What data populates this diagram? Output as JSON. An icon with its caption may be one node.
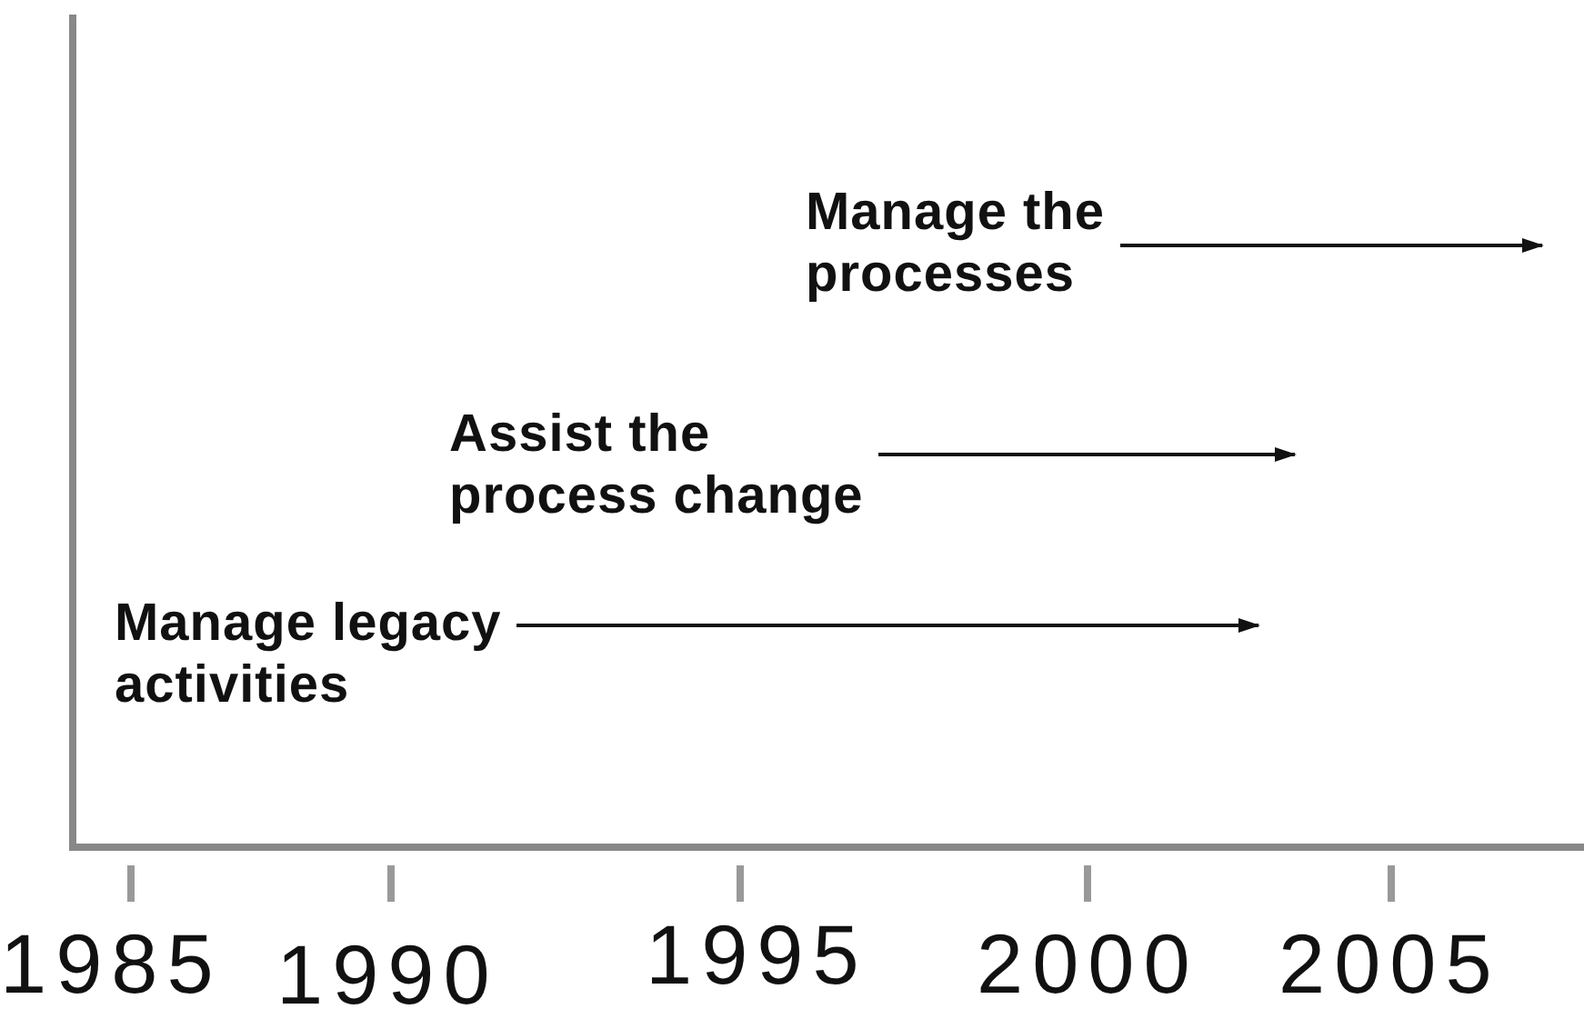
{
  "diagram": {
    "nodes": [
      {
        "text": [
          "Manage the processes"
        ]
      },
      {
        "text": [
          "Assist the process change"
        ]
      },
      {
        "text": [
          "Manage legacy activities"
        ]
      }
    ],
    "edges": [
      {
        "from": 0,
        "to": null,
        "arrow": "to"
      },
      {
        "from": 1,
        "to": null,
        "arrow": "to"
      },
      {
        "from": 2,
        "to": null,
        "arrow": "to"
      }
    ],
    "labels": [
      "1985",
      "1990",
      "1995",
      "2000",
      "2005"
    ]
  }
}
